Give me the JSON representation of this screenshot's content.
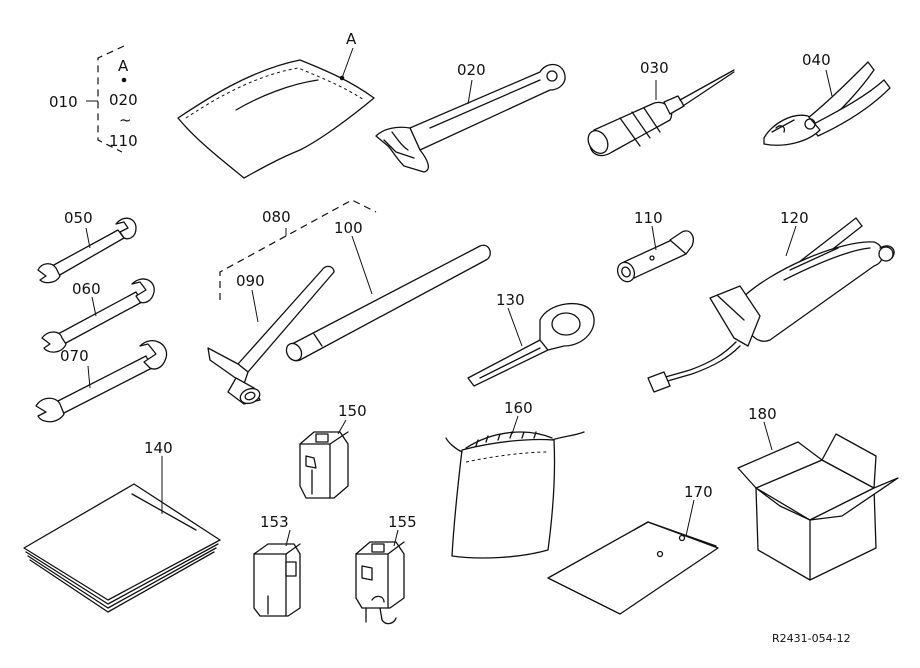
{
  "labels": {
    "l010": "010",
    "lA_bag": "A",
    "lA_list": "A",
    "l020_list": "020",
    "ltilde": "~",
    "l110_list": "110",
    "l020": "020",
    "l030": "030",
    "l040": "040",
    "l050": "050",
    "l060": "060",
    "l070": "070",
    "l080": "080",
    "l090": "090",
    "l100": "100",
    "l110": "110",
    "l120": "120",
    "l130": "130",
    "l140": "140",
    "l150": "150",
    "l153": "153",
    "l155": "155",
    "l160": "160",
    "l170": "170",
    "l180": "180"
  },
  "reference": "R2431-054-12"
}
